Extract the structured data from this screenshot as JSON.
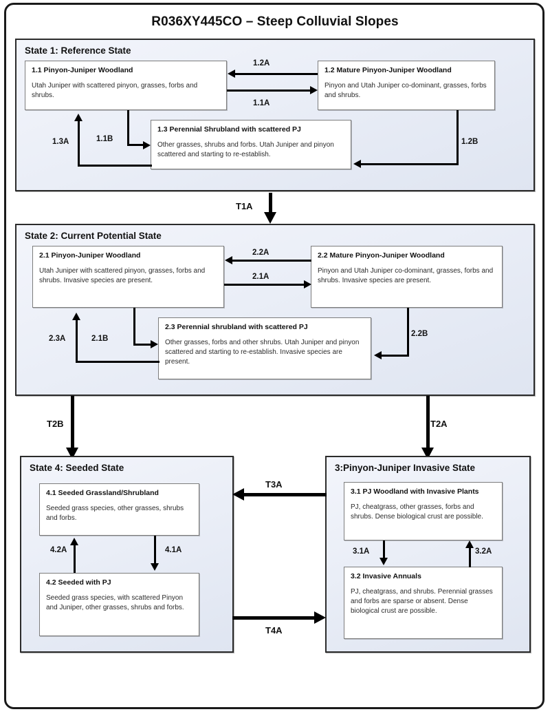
{
  "title": "R036XY445CO – Steep Colluvial Slopes",
  "states": {
    "state1": {
      "title": "State 1: Reference State",
      "phases": [
        {
          "id": "1.1",
          "title": "1.1 Pinyon-Juniper Woodland",
          "desc": "Utah Juniper with scattered pinyon, grasses, forbs and shrubs."
        },
        {
          "id": "1.2",
          "title": "1.2 Mature Pinyon-Juniper Woodland",
          "desc": "Pinyon and Utah Juniper co-dominant, grasses, forbs and shrubs."
        },
        {
          "id": "1.3",
          "title": "1.3 Perennial Shrubland with scattered PJ",
          "desc": "Other grasses, shrubs and forbs.  Utah Juniper and pinyon scattered and starting to re-establish."
        }
      ],
      "pathways": {
        "p11a": "1.1A",
        "p12a": "1.2A",
        "p11b": "1.1B",
        "p13a": "1.3A",
        "p12b": "1.2B"
      }
    },
    "state2": {
      "title": "State 2: Current Potential State",
      "phases": [
        {
          "id": "2.1",
          "title": "2.1 Pinyon-Juniper Woodland",
          "desc": "Utah Juniper with scattered pinyon, grasses, forbs and shrubs.  Invasive species are present."
        },
        {
          "id": "2.2",
          "title": "2.2 Mature Pinyon-Juniper Woodland",
          "desc": "Pinyon and Utah Juniper co-dominant, grasses, forbs and shrubs.  Invasive species are present."
        },
        {
          "id": "2.3",
          "title": "2.3 Perennial shrubland with scattered PJ",
          "desc": "Other grasses, forbs and other shrubs.  Utah Juniper and pinyon scattered and starting to re-establish. Invasive species are present."
        }
      ],
      "pathways": {
        "p21a": "2.1A",
        "p22a": "2.2A",
        "p21b": "2.1B",
        "p23a": "2.3A",
        "p22b": "2.2B"
      }
    },
    "state4": {
      "title": "State 4: Seeded State",
      "phases": [
        {
          "id": "4.1",
          "title": "4.1 Seeded Grassland/Shrubland",
          "desc": "Seeded grass species, other grasses, shrubs and forbs."
        },
        {
          "id": "4.2",
          "title": "4.2 Seeded  with PJ",
          "desc": "Seeded grass species, with scattered Pinyon and Juniper, other grasses, shrubs and forbs."
        }
      ],
      "pathways": {
        "p41a": "4.1A",
        "p42a": "4.2A"
      }
    },
    "state3": {
      "title": "3:Pinyon-Juniper Invasive State",
      "phases": [
        {
          "id": "3.1",
          "title": "3.1 PJ Woodland with Invasive Plants",
          "desc": "PJ, cheatgrass, other grasses, forbs and shrubs.  Dense biological crust are possible."
        },
        {
          "id": "3.2",
          "title": "3.2 Invasive  Annuals",
          "desc": "PJ, cheatgrass,  and shrubs.  Perennial grasses and forbs are sparse or absent. Dense biological crust are possible."
        }
      ],
      "pathways": {
        "p31a": "3.1A",
        "p32a": "3.2A"
      }
    }
  },
  "transitions": {
    "t1a": "T1A",
    "t2a": "T2A",
    "t2b": "T2B",
    "t3a": "T3A",
    "t4a": "T4A"
  },
  "colors": {
    "state_fill_light": "#f3f5fb",
    "state_fill_dark": "#dfe5f1",
    "phase_fill": "#ffffff",
    "border": "#2b2b2b",
    "arrow": "#000000"
  }
}
